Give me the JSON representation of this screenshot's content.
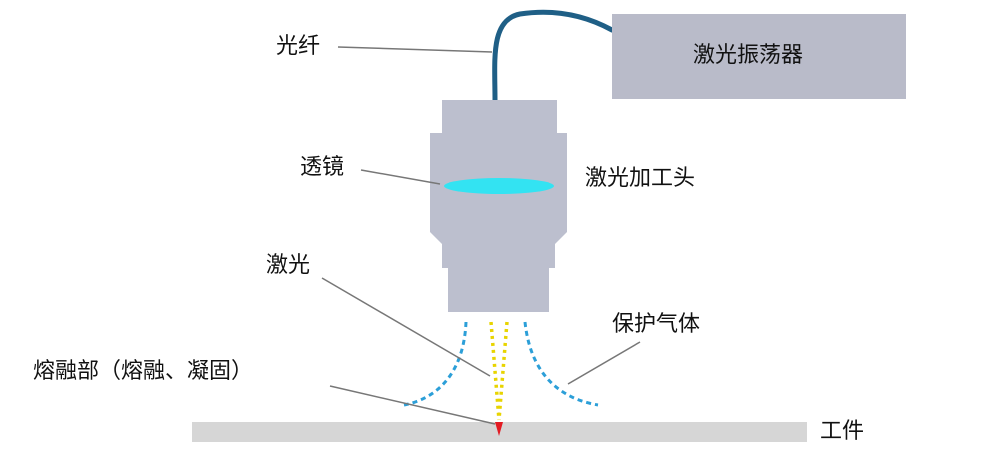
{
  "labels": {
    "fiber": "光纤",
    "oscillator": "激光振荡器",
    "lens": "透镜",
    "head": "激光加工头",
    "laser": "激光",
    "shield_gas": "保护气体",
    "melt_zone": "熔融部（熔融、凝固）",
    "workpiece": "工件"
  },
  "colors": {
    "oscillator": "#b9bbc9",
    "head": "#bcbfce",
    "fiber": "#1f5f86",
    "lens": "#33e3f2",
    "laser_beam": "#e8d400",
    "gas": "#2c9fd8",
    "workpiece": "#d6d6d6",
    "focal_point": "#e31b23",
    "leader": "#777777"
  }
}
